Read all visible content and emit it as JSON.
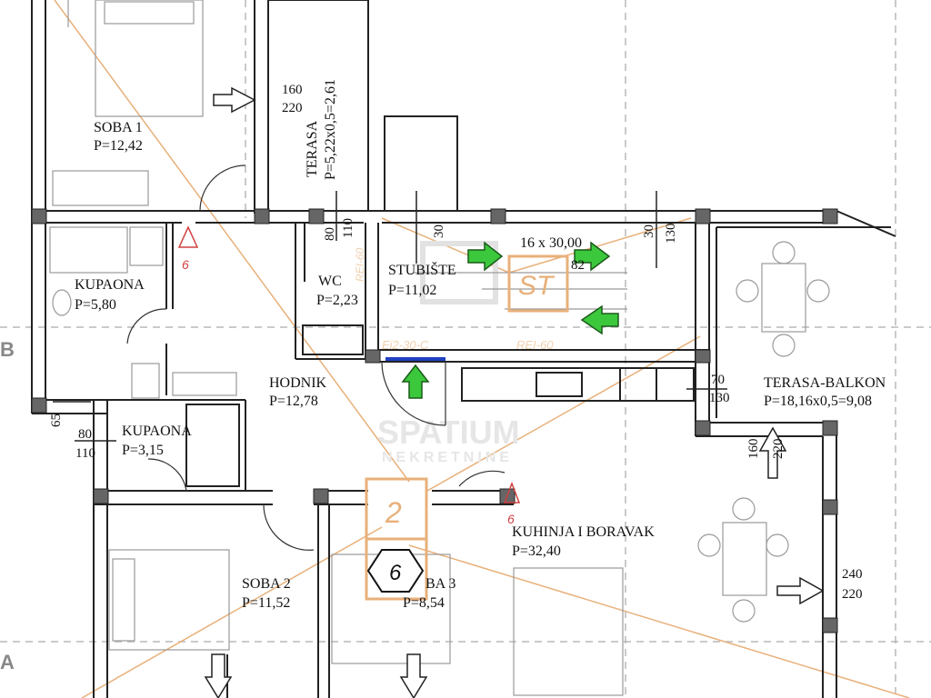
{
  "axes": {
    "b": "B",
    "a": "A"
  },
  "rooms": {
    "soba1": {
      "name": "SOBA 1",
      "area": "P=12,42"
    },
    "terasa": {
      "name": "TERASA",
      "area": "P=5,22x0,5=2,61"
    },
    "kupaona1": {
      "name": "KUPAONA",
      "area": "P=5,80"
    },
    "wc": {
      "name": "WC",
      "area": "P=2,23"
    },
    "stubiste": {
      "name": "STUBIŠTE",
      "area": "P=11,02",
      "stairs": "16 x 30,00"
    },
    "hodnik": {
      "name": "HODNIK",
      "area": "P=12,78"
    },
    "kupaona2": {
      "name": "KUPAONA",
      "area": "P=3,15"
    },
    "terasa_balkon": {
      "name": "TERASA-BALKON",
      "area": "P=18,16x0,5=9,08"
    },
    "soba2": {
      "name": "SOBA 2",
      "area": "P=11,52"
    },
    "soba3": {
      "name": "BA 3",
      "area": "P=8,54"
    },
    "kuhinja": {
      "name": "KUHINJA I BORAVAK",
      "area": "P=32,40"
    }
  },
  "dims": {
    "d160": "160",
    "d220": "220",
    "d80a": "80",
    "d110a": "110",
    "d30a": "30",
    "d30b": "30",
    "d130a": "130",
    "d70": "70",
    "d130b": "130",
    "d65": "65",
    "d80b": "80",
    "d110b": "110",
    "d160b": "160",
    "d220b": "220",
    "d240": "240",
    "d220c": "220",
    "d82": "82"
  },
  "markers": {
    "st": "ST",
    "two": "2",
    "six": "6",
    "six_red1": "6",
    "six_red2": "6",
    "ei30": "Ei2-30-C",
    "rei60a": "REI-60",
    "rei60b": "REI-60"
  },
  "watermark": {
    "line1": "SPATIUM",
    "line2": "NEKRETNINE"
  },
  "colors": {
    "wall": "#222222",
    "orange": "#e8b07a",
    "arrow_green": "#3cc83c",
    "door_blue": "#2040c0",
    "red": "#d04040"
  }
}
